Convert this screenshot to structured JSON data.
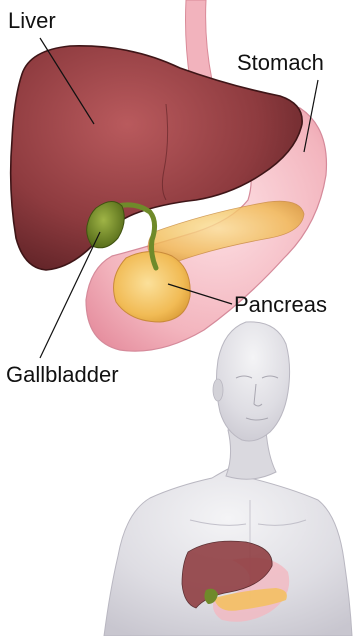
{
  "labels": {
    "liver": "Liver",
    "stomach": "Stomach",
    "pancreas": "Pancreas",
    "gallbladder": "Gallbladder"
  },
  "colors": {
    "liver": "#8e3b3f",
    "stomach": "#f2b8c0",
    "pancreas": "#f3c063",
    "gallbladder": "#6f8a2a",
    "body": "#dcdce0"
  }
}
